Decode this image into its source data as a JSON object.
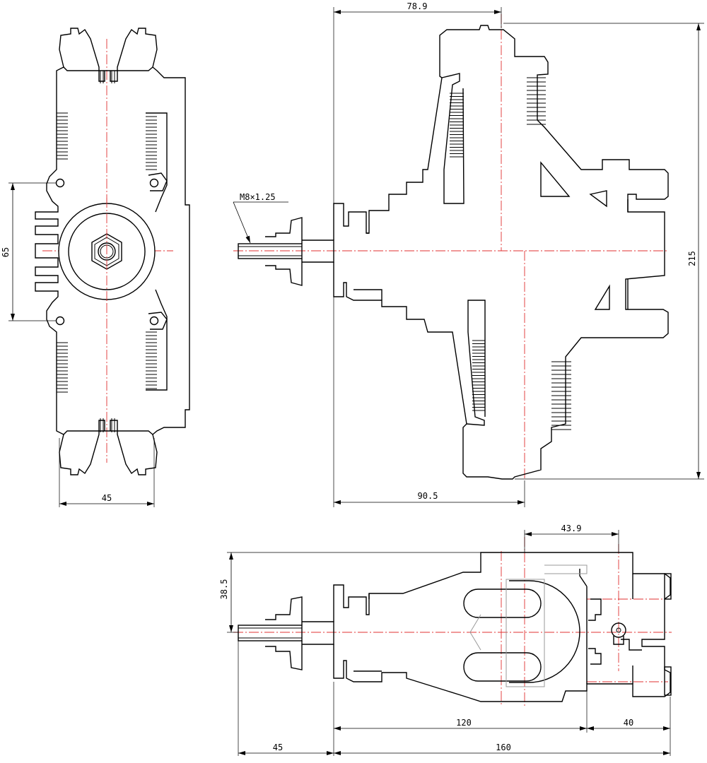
{
  "drawing": {
    "views": [
      "front-view",
      "side-view",
      "top-view"
    ],
    "dimensions": {
      "front_width": "45",
      "front_hole_spacing": "65",
      "side_top_offset": "78.9",
      "side_bottom_offset": "90.5",
      "side_height": "215",
      "thread_spec": "M8×1.25",
      "top_offset_right": "43.9",
      "top_height": "38.5",
      "top_length_120": "120",
      "top_length_40": "40",
      "top_shaft_45": "45",
      "top_total_160": "160"
    }
  }
}
